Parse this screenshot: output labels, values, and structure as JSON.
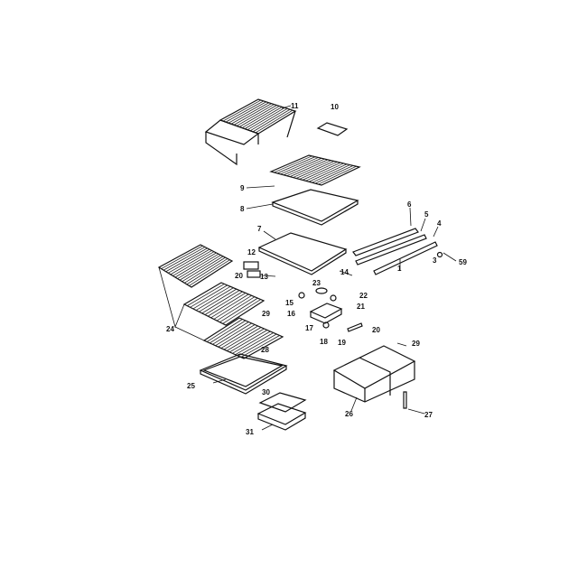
{
  "diagram": {
    "labels": [
      "11",
      "10",
      "9",
      "8",
      "7",
      "6",
      "5",
      "4",
      "3",
      "59",
      "1",
      "12",
      "13",
      "20",
      "14",
      "23",
      "22",
      "21",
      "15",
      "16",
      "17",
      "18",
      "19",
      "20",
      "29",
      "24",
      "28",
      "25",
      "29",
      "30",
      "31",
      "26",
      "27"
    ]
  }
}
